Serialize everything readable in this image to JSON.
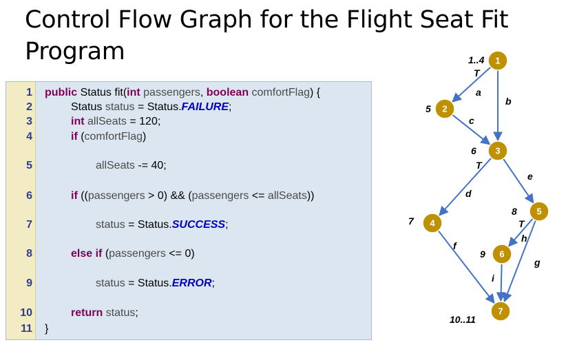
{
  "title": "Control Flow Graph for the Flight Seat Fit Program",
  "code": {
    "lines": [
      {
        "num": "1",
        "tokens": [
          {
            "t": "public ",
            "c": "kw"
          },
          {
            "t": "Status fit(",
            "c": ""
          },
          {
            "t": "int ",
            "c": "kw"
          },
          {
            "t": "passengers",
            "c": "id"
          },
          {
            "t": ", ",
            "c": ""
          },
          {
            "t": "boolean ",
            "c": "kw"
          },
          {
            "t": "comfortFlag",
            "c": "id"
          },
          {
            "t": ") {",
            "c": ""
          }
        ]
      },
      {
        "num": "2",
        "tokens": [
          {
            "t": "Status ",
            "c": ""
          },
          {
            "t": "status",
            "c": "id"
          },
          {
            "t": " = Status.",
            "c": ""
          },
          {
            "t": "FAILURE",
            "c": "cst"
          },
          {
            "t": ";",
            "c": ""
          }
        ]
      },
      {
        "num": "3",
        "tokens": [
          {
            "t": "int ",
            "c": "kw"
          },
          {
            "t": "allSeats",
            "c": "id"
          },
          {
            "t": " = 120;",
            "c": ""
          }
        ]
      },
      {
        "num": "4",
        "tokens": [
          {
            "t": "if ",
            "c": "kw"
          },
          {
            "t": "(",
            "c": ""
          },
          {
            "t": "comfortFlag",
            "c": "id"
          },
          {
            "t": ")",
            "c": ""
          }
        ]
      },
      {
        "num": "5",
        "tokens": [
          {
            "t": "allSeats",
            "c": "id"
          },
          {
            "t": " -= 40;",
            "c": ""
          }
        ]
      },
      {
        "num": "6",
        "tokens": [
          {
            "t": "if ",
            "c": "kw"
          },
          {
            "t": "((",
            "c": ""
          },
          {
            "t": "passengers",
            "c": "id"
          },
          {
            "t": " > 0) && (",
            "c": ""
          },
          {
            "t": "passengers",
            "c": "id"
          },
          {
            "t": " <= ",
            "c": ""
          },
          {
            "t": "allSeats",
            "c": "id"
          },
          {
            "t": "))",
            "c": ""
          }
        ]
      },
      {
        "num": "7",
        "tokens": [
          {
            "t": "status",
            "c": "id"
          },
          {
            "t": " = Status.",
            "c": ""
          },
          {
            "t": "SUCCESS",
            "c": "cst"
          },
          {
            "t": ";",
            "c": ""
          }
        ]
      },
      {
        "num": "8",
        "tokens": [
          {
            "t": "else if ",
            "c": "kw"
          },
          {
            "t": "(",
            "c": ""
          },
          {
            "t": "passengers",
            "c": "id"
          },
          {
            "t": " <= 0)",
            "c": ""
          }
        ]
      },
      {
        "num": "9",
        "tokens": [
          {
            "t": "status",
            "c": "id"
          },
          {
            "t": " = Status.",
            "c": ""
          },
          {
            "t": "ERROR",
            "c": "cst"
          },
          {
            "t": ";",
            "c": ""
          }
        ]
      },
      {
        "num": "10",
        "tokens": [
          {
            "t": "return ",
            "c": "kw"
          },
          {
            "t": "status",
            "c": "id"
          },
          {
            "t": ";",
            "c": ""
          }
        ]
      },
      {
        "num": "11",
        "tokens": [
          {
            "t": "}",
            "c": ""
          }
        ]
      }
    ]
  },
  "graph": {
    "nodes": [
      {
        "id": "1",
        "label": "1..4"
      },
      {
        "id": "2",
        "label": "5"
      },
      {
        "id": "3",
        "label": "6"
      },
      {
        "id": "4",
        "label": "7"
      },
      {
        "id": "5",
        "label": "8"
      },
      {
        "id": "6",
        "label": "9"
      },
      {
        "id": "7",
        "label": "10..11"
      }
    ],
    "edges": [
      {
        "id": "a",
        "from": "1",
        "to": "2",
        "label": "a"
      },
      {
        "id": "b",
        "from": "1",
        "to": "3",
        "label": "b"
      },
      {
        "id": "c",
        "from": "2",
        "to": "3",
        "label": "c"
      },
      {
        "id": "d",
        "from": "3",
        "to": "4",
        "label": "d"
      },
      {
        "id": "e",
        "from": "3",
        "to": "5",
        "label": "e"
      },
      {
        "id": "f",
        "from": "4",
        "to": "7",
        "label": "f"
      },
      {
        "id": "g",
        "from": "5",
        "to": "7",
        "label": "g"
      },
      {
        "id": "h",
        "from": "5",
        "to": "6",
        "label": "h"
      },
      {
        "id": "i",
        "from": "6",
        "to": "7",
        "label": "i"
      }
    ],
    "true_marks": [
      {
        "node": "1",
        "text": "T"
      },
      {
        "node": "3",
        "text": "T"
      },
      {
        "node": "5",
        "text": "T"
      }
    ],
    "colors": {
      "node_fill": "#bf9000",
      "node_stroke": "#ffffff",
      "edge": "#4472c4"
    }
  }
}
